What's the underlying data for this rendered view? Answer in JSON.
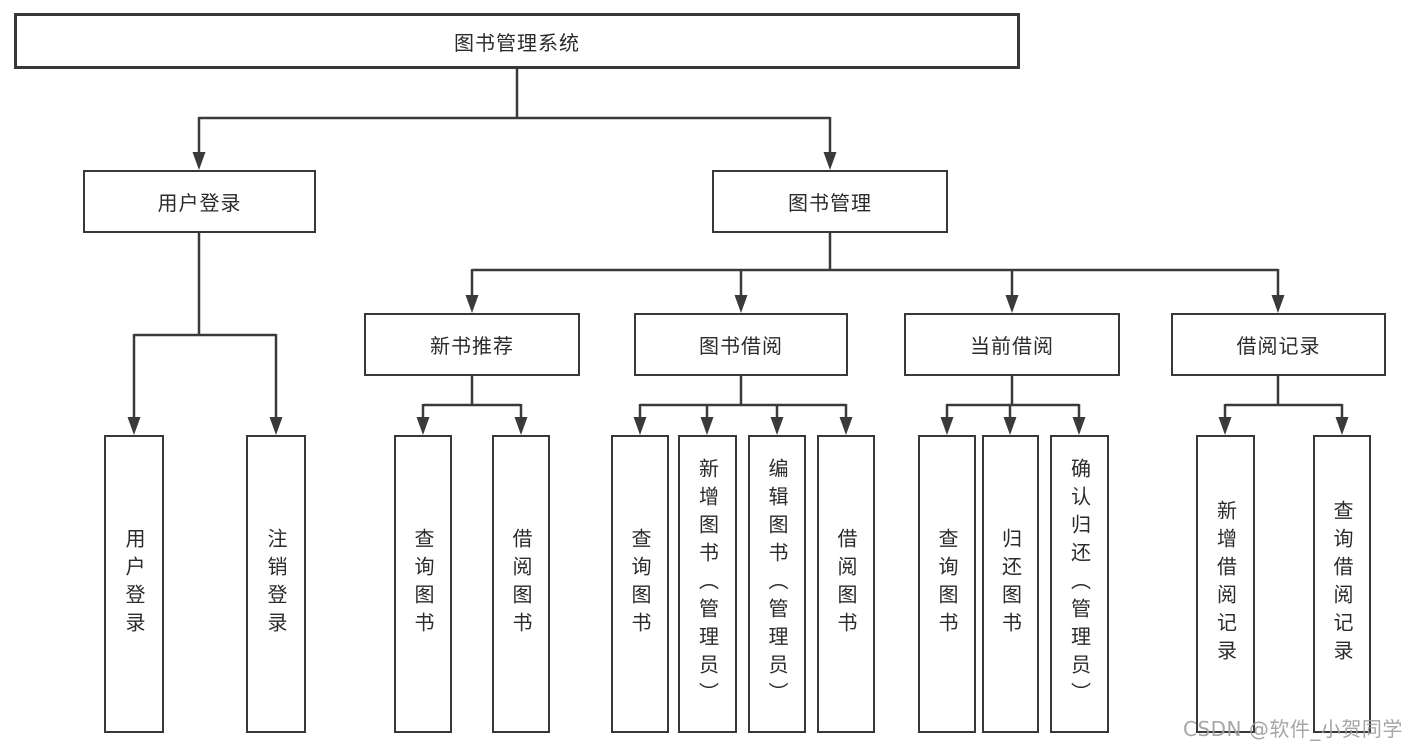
{
  "diagram_title": "图书管理系统",
  "tree": {
    "label": "图书管理系统",
    "children": [
      {
        "label": "用户登录",
        "children": [
          {
            "label": "用户登录"
          },
          {
            "label": "注销登录"
          }
        ]
      },
      {
        "label": "图书管理",
        "children": [
          {
            "label": "新书推荐",
            "children": [
              {
                "label": "查询图书"
              },
              {
                "label": "借阅图书"
              }
            ]
          },
          {
            "label": "图书借阅",
            "children": [
              {
                "label": "查询图书"
              },
              {
                "label": "新增图书（管理员）"
              },
              {
                "label": "编辑图书（管理员）"
              },
              {
                "label": "借阅图书"
              }
            ]
          },
          {
            "label": "当前借阅",
            "children": [
              {
                "label": "查询图书"
              },
              {
                "label": "归还图书"
              },
              {
                "label": "确认归还（管理员）"
              }
            ]
          },
          {
            "label": "借阅记录",
            "children": [
              {
                "label": "新增借阅记录"
              },
              {
                "label": "查询借阅记录"
              }
            ]
          }
        ]
      }
    ]
  },
  "watermark": "CSDN @软件_小贺同学",
  "colors": {
    "background": "#ffffff",
    "line": "#3a3a3a",
    "box_border": "#383838",
    "text": "#2b2b2b",
    "watermark": "#9e9e9e"
  }
}
